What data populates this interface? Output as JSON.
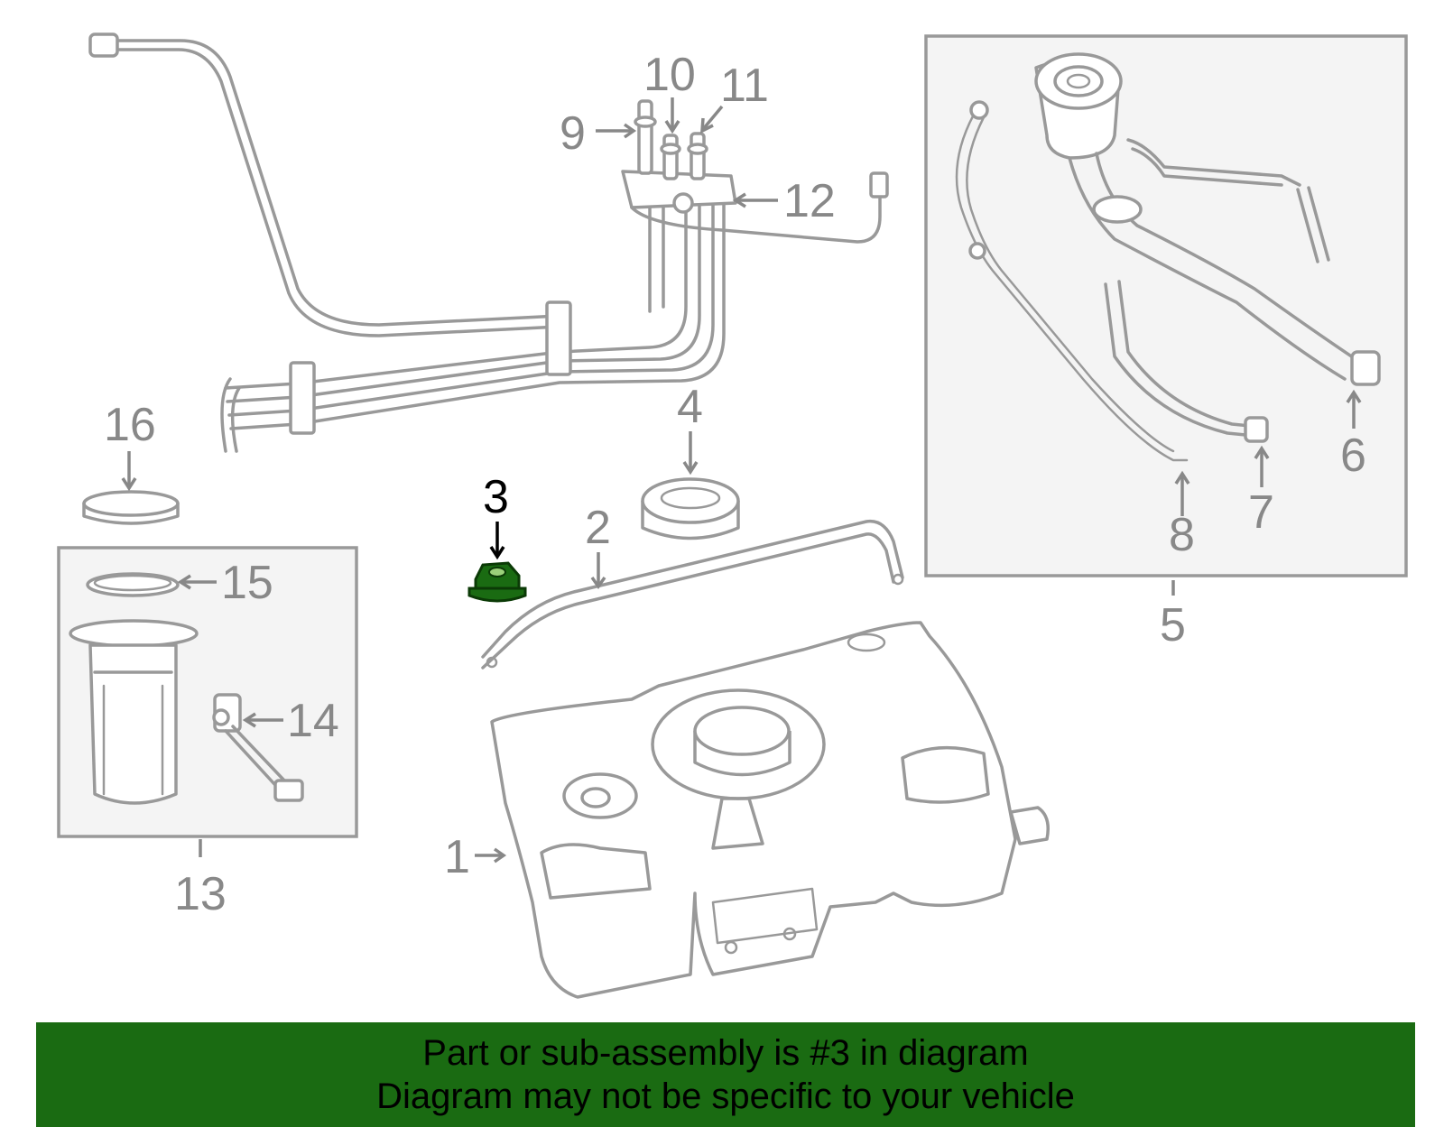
{
  "labels": {
    "p1": "1",
    "p2": "2",
    "p3": "3",
    "p4": "4",
    "p5": "5",
    "p6": "6",
    "p7": "7",
    "p8": "8",
    "p9": "9",
    "p10": "10",
    "p11": "11",
    "p12": "12",
    "p13": "13",
    "p14": "14",
    "p15": "15",
    "p16": "16"
  },
  "highlight": {
    "part": "3",
    "color": "#1a6b12"
  },
  "banner": {
    "line1": "Part or sub-assembly is #3 in diagram",
    "line2": "Diagram may not be specific to your vehicle",
    "color": "#1a6b12"
  }
}
